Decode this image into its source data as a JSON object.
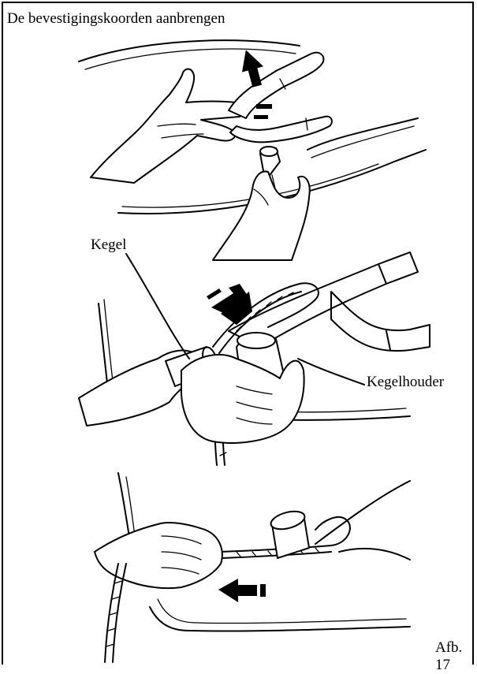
{
  "page": {
    "title": "De bevestigingskoorden aanbrengen",
    "figure_label": "Afb. 17"
  },
  "callouts": {
    "kegel": "Kegel",
    "kegelhouder": "Kegelhouder"
  },
  "illustration": {
    "panels": [
      "step-1",
      "step-2",
      "step-3"
    ],
    "arrows": [
      "up-arrow",
      "down-arrow",
      "left-arrow"
    ]
  }
}
